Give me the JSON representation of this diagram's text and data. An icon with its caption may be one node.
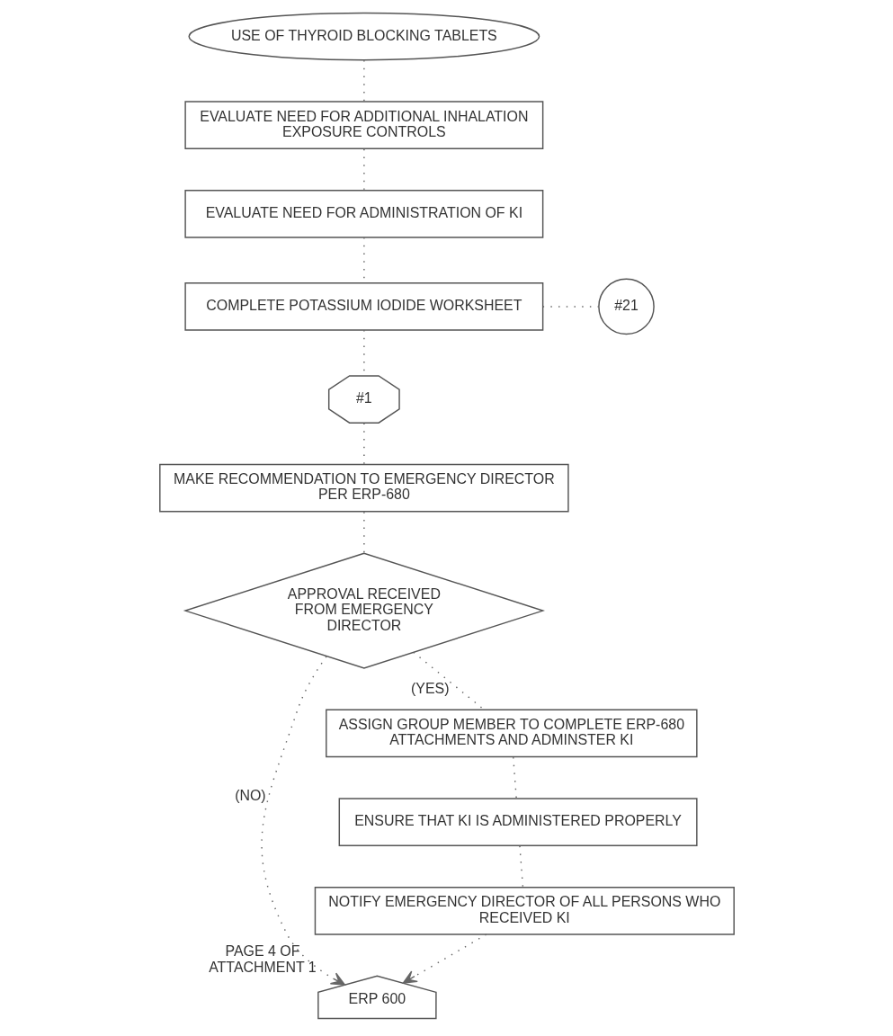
{
  "diagram": {
    "nodes": [
      {
        "text": [
          "USE OF THYROID BLOCKING TABLETS"
        ]
      },
      {
        "text": [
          "EVALUATE NEED FOR ADDITIONAL INHALATION EXPOSURE CONTROLS"
        ]
      },
      {
        "text": [
          "EVALUATE NEED FOR ADMINISTRATION OF KI"
        ]
      },
      {
        "text": [
          "COMPLETE POTASSIUM IODIDE WORKSHEET"
        ]
      },
      {
        "text": [
          "#21"
        ]
      },
      {
        "text": [
          "#1"
        ]
      },
      {
        "text": [
          "MAKE RECOMMENDATION TO EMERGENCY DIRECTOR PER ERP-680"
        ]
      },
      {
        "text": [
          "ERP 600"
        ],
        "beside": [
          "PAGE 4 OF ATTACHMENT 1"
        ]
      },
      {
        "text": [
          "APPROVAL RECEIVED FROM EMERGENCY DIRECTOR"
        ]
      },
      {
        "text": [
          "ASSIGN GROUP MEMBER TO COMPLETE ERP-680 ATTACHMENTS AND ADMINSTER KI"
        ]
      },
      {
        "text": [
          "ENSURE THAT KI IS ADMINISTERED PROPERLY"
        ]
      },
      {
        "text": [
          "NOTIFY EMERGENCY DIRECTOR OF ALL PERSONS WHO RECEIVED KI"
        ]
      }
    ],
    "edges": [
      {
        "from": 0,
        "to": 1,
        "arrow": "none"
      },
      {
        "from": 1,
        "to": 2,
        "arrow": "none"
      },
      {
        "from": 2,
        "to": 3,
        "arrow": "none"
      },
      {
        "from": 3,
        "to": 4,
        "arrow": "none"
      },
      {
        "from": 3,
        "to": 5,
        "arrow": "none"
      },
      {
        "from": 5,
        "to": 6,
        "arrow": "none"
      },
      {
        "from": 6,
        "to": 8,
        "arrow": "none"
      },
      {
        "from": 8,
        "to": 7,
        "arrow": "to",
        "label": "(NO)"
      },
      {
        "from": 8,
        "to": 9,
        "arrow": "none",
        "label": "(YES)"
      },
      {
        "from": 9,
        "to": 10,
        "arrow": "none"
      },
      {
        "from": 10,
        "to": 11,
        "arrow": "none"
      },
      {
        "from": 11,
        "to": 7,
        "arrow": "to"
      }
    ]
  }
}
